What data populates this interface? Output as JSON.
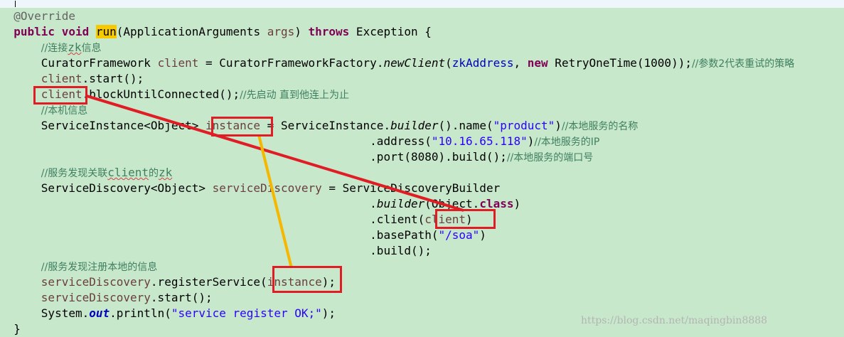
{
  "code_lines": [
    {
      "id": "l1",
      "indent": "",
      "parts": [
        {
          "t": "@Override",
          "c": "ann"
        }
      ]
    },
    {
      "id": "l2",
      "indent": "",
      "parts": [
        {
          "t": "public",
          "c": "kw"
        },
        {
          "t": " "
        },
        {
          "t": "void",
          "c": "kw"
        },
        {
          "t": " "
        },
        {
          "t": "run",
          "c": "hl"
        },
        {
          "t": "(ApplicationArguments "
        },
        {
          "t": "args",
          "c": "var"
        },
        {
          "t": ") "
        },
        {
          "t": "throws",
          "c": "kw"
        },
        {
          "t": " Exception {"
        }
      ]
    },
    {
      "id": "l3",
      "indent": "    ",
      "parts": [
        {
          "t": "//连接",
          "c": "cm"
        },
        {
          "t": "zk",
          "c": "cm squig"
        },
        {
          "t": "信息",
          "c": "cm"
        }
      ]
    },
    {
      "id": "l4",
      "indent": "    ",
      "parts": [
        {
          "t": "CuratorFramework "
        },
        {
          "t": "client",
          "c": "var"
        },
        {
          "t": " = CuratorFrameworkFactory."
        },
        {
          "t": "newClient",
          "c": "italic"
        },
        {
          "t": "("
        },
        {
          "t": "zkAddress",
          "c": "fld"
        },
        {
          "t": ", "
        },
        {
          "t": "new",
          "c": "kw"
        },
        {
          "t": " RetryOneTime(1000));"
        },
        {
          "t": "//参数2代表重试的策略",
          "c": "cm"
        }
      ]
    },
    {
      "id": "l5",
      "indent": "    ",
      "parts": [
        {
          "t": "client",
          "c": "var"
        },
        {
          "t": ".start();"
        }
      ]
    },
    {
      "id": "l6",
      "indent": "    ",
      "parts": [
        {
          "t": "client",
          "c": "var"
        },
        {
          "t": ".blockUntilConnected();"
        },
        {
          "t": "//先启动 直到他连上为止",
          "c": "cm"
        }
      ]
    },
    {
      "id": "l7",
      "indent": "    ",
      "parts": [
        {
          "t": "//本机信息",
          "c": "cm"
        }
      ]
    },
    {
      "id": "l8",
      "indent": "    ",
      "parts": [
        {
          "t": "ServiceInstance<Object> "
        },
        {
          "t": "instance",
          "c": "var"
        },
        {
          "t": " = ServiceInstance."
        },
        {
          "t": "builder",
          "c": "italic"
        },
        {
          "t": "().name("
        },
        {
          "t": "\"product\"",
          "c": "str"
        },
        {
          "t": ")"
        },
        {
          "t": "//本地服务的名称",
          "c": "cm"
        }
      ]
    },
    {
      "id": "l9",
      "indent": "                                                    ",
      "parts": [
        {
          "t": ".address("
        },
        {
          "t": "\"10.16.65.118\"",
          "c": "str"
        },
        {
          "t": ")"
        },
        {
          "t": "//本地服务的IP",
          "c": "cm"
        }
      ]
    },
    {
      "id": "l10",
      "indent": "                                                    ",
      "parts": [
        {
          "t": ".port(8080).build();"
        },
        {
          "t": "//本地服务的端口号",
          "c": "cm"
        }
      ]
    },
    {
      "id": "l11",
      "indent": "    ",
      "parts": [
        {
          "t": "//服务发现关联",
          "c": "cm"
        },
        {
          "t": "client",
          "c": "cm squig"
        },
        {
          "t": "的",
          "c": "cm"
        },
        {
          "t": "zk",
          "c": "cm squig"
        }
      ]
    },
    {
      "id": "l12",
      "indent": "    ",
      "parts": [
        {
          "t": "ServiceDiscovery<Object> "
        },
        {
          "t": "serviceDiscovery",
          "c": "var"
        },
        {
          "t": " = ServiceDiscoveryBuilder"
        }
      ]
    },
    {
      "id": "l13",
      "indent": "                                                    ",
      "parts": [
        {
          "t": ".",
          "c": ""
        },
        {
          "t": "builder",
          "c": "italic"
        },
        {
          "t": "(Object."
        },
        {
          "t": "class",
          "c": "kw"
        },
        {
          "t": ")"
        }
      ]
    },
    {
      "id": "l14",
      "indent": "                                                    ",
      "parts": [
        {
          "t": ".client("
        },
        {
          "t": "client",
          "c": "var"
        },
        {
          "t": ")"
        }
      ]
    },
    {
      "id": "l15",
      "indent": "                                                    ",
      "parts": [
        {
          "t": ".basePath("
        },
        {
          "t": "\"/soa\"",
          "c": "str"
        },
        {
          "t": ")"
        }
      ]
    },
    {
      "id": "l16",
      "indent": "                                                    ",
      "parts": [
        {
          "t": ".build();"
        }
      ]
    },
    {
      "id": "l17",
      "indent": "    ",
      "parts": [
        {
          "t": "//服务发现注册本地的信息",
          "c": "cm"
        }
      ]
    },
    {
      "id": "l18",
      "indent": "    ",
      "parts": [
        {
          "t": "serviceDiscovery",
          "c": "var"
        },
        {
          "t": ".registerService("
        },
        {
          "t": "instance",
          "c": "var"
        },
        {
          "t": ");"
        }
      ]
    },
    {
      "id": "l19",
      "indent": "    ",
      "parts": [
        {
          "t": "serviceDiscovery",
          "c": "var"
        },
        {
          "t": ".start();"
        }
      ]
    },
    {
      "id": "l20",
      "indent": "    ",
      "parts": [
        {
          "t": "System."
        },
        {
          "t": "out",
          "c": "sfield"
        },
        {
          "t": ".println("
        },
        {
          "t": "\"service register OK;\"",
          "c": "str"
        },
        {
          "t": ");"
        }
      ]
    },
    {
      "id": "l21",
      "indent": "",
      "parts": [
        {
          "t": "}"
        }
      ]
    }
  ],
  "watermark": "https://blog.csdn.net/maqingbin8888",
  "colors": {
    "editor_bg": "#c8e8cc",
    "keyword": "#7f0055",
    "comment": "#3f7f5f",
    "string": "#2a00ff",
    "local_var": "#6a3e3e",
    "annotation_box": "#e01d24",
    "annotation_line_red": "#e01d24",
    "annotation_line_yellow": "#f5b800"
  }
}
